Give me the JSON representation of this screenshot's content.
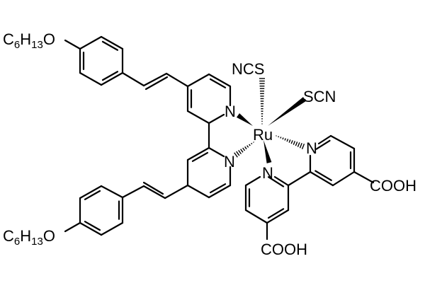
{
  "title": "Ru complex with bis(hexyloxystyryl)bipyridine and dicarboxybipyridine",
  "labels": {
    "alkoxy_top": {
      "c": "C",
      "c_sub": "6",
      "h": "H",
      "h_sub": "13",
      "o": "O"
    },
    "alkoxy_bottom": {
      "c": "C",
      "c_sub": "6",
      "h": "H",
      "h_sub": "13",
      "o": "O"
    },
    "metal": "Ru",
    "ncs": "NCS",
    "scn": "SCN",
    "n_top_left": "N",
    "n_bottom_left": "N",
    "n_right": "N",
    "n_lower": "N",
    "cooh_right": "COOH",
    "cooh_bottom": "COOH"
  },
  "colors": {
    "stroke": "#000000",
    "background": "#ffffff"
  }
}
